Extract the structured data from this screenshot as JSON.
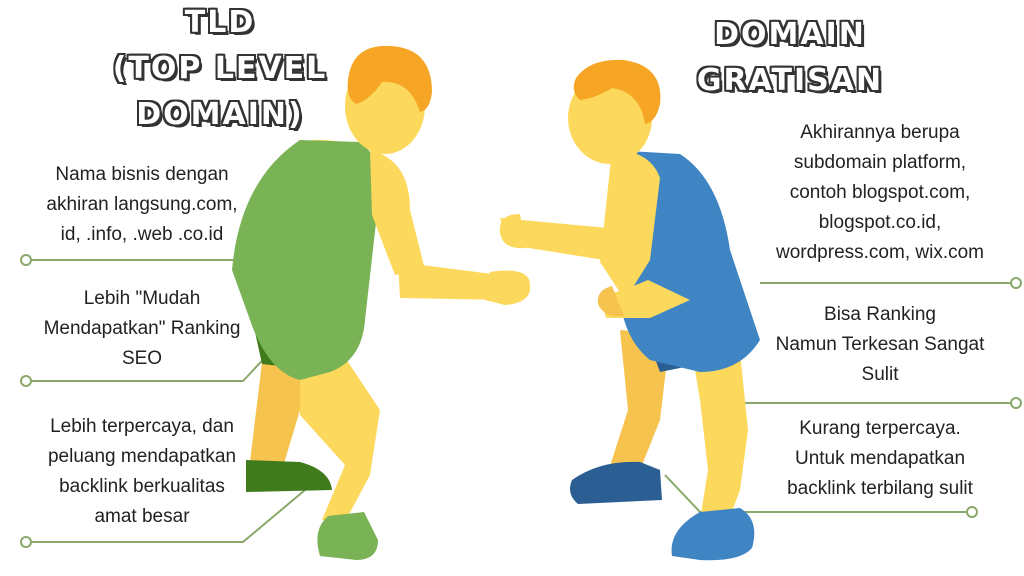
{
  "left": {
    "title_lines": [
      "TLD",
      "(TOP LEVEL",
      "DOMAIN)"
    ],
    "points": [
      {
        "lines": [
          "Nama bisnis dengan",
          "akhiran langsung.com,",
          "id, .info, .web .co.id"
        ]
      },
      {
        "lines": [
          "Lebih \"Mudah",
          "Mendapatkan\" Ranking",
          "SEO"
        ]
      },
      {
        "lines": [
          "Lebih terpercaya, dan",
          "peluang mendapatkan",
          "backlink berkualitas",
          "amat besar"
        ]
      }
    ]
  },
  "right": {
    "title_lines": [
      "DOMAIN",
      "GRATISAN"
    ],
    "points": [
      {
        "lines": [
          "Akhirannya berupa",
          "subdomain platform,",
          "contoh blogspot.com,",
          "blogspot.co.id,",
          "wordpress.com, wix.com"
        ]
      },
      {
        "lines": [
          "Bisa Ranking",
          "Namun Terkesan Sangat",
          "Sulit"
        ]
      },
      {
        "lines": [
          "Kurang terpercaya.",
          "Untuk mendapatkan",
          "backlink terbilang sulit"
        ]
      }
    ]
  },
  "colors": {
    "connector": "#8aa86a",
    "left_singlet": "#7ab356",
    "left_shoe": "#3f7b1c",
    "right_singlet": "#3f85c4",
    "right_shoe": "#2b5f94",
    "skin": "#fcd95c",
    "skin_shade": "#f5c34e",
    "hair": "#f6a524"
  }
}
